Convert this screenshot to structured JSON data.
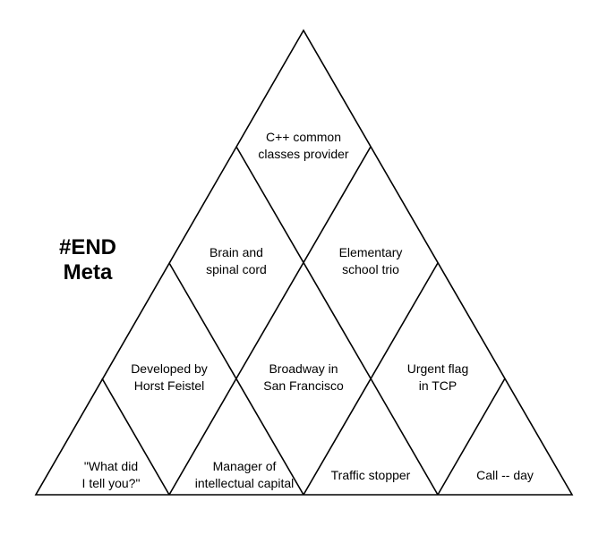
{
  "title": {
    "line1": "#END",
    "line2": "Meta"
  },
  "clues": [
    {
      "lines": [
        "C++ common",
        "classes provider"
      ]
    },
    {
      "lines": [
        "Brain and",
        "spinal cord"
      ]
    },
    {
      "lines": [
        "Elementary",
        "school trio"
      ]
    },
    {
      "lines": [
        "Developed by",
        "Horst Feistel"
      ]
    },
    {
      "lines": [
        "Broadway in",
        "San Francisco"
      ]
    },
    {
      "lines": [
        "Urgent flag",
        "in TCP"
      ]
    },
    {
      "lines": [
        "\"What did",
        "I tell you?\""
      ]
    },
    {
      "lines": [
        "Manager of",
        "intellectual capital"
      ]
    },
    {
      "lines": [
        "Traffic stopper"
      ]
    },
    {
      "lines": [
        "Call -- day"
      ]
    }
  ],
  "colors": {
    "stroke": "#000000",
    "background": "#ffffff"
  }
}
